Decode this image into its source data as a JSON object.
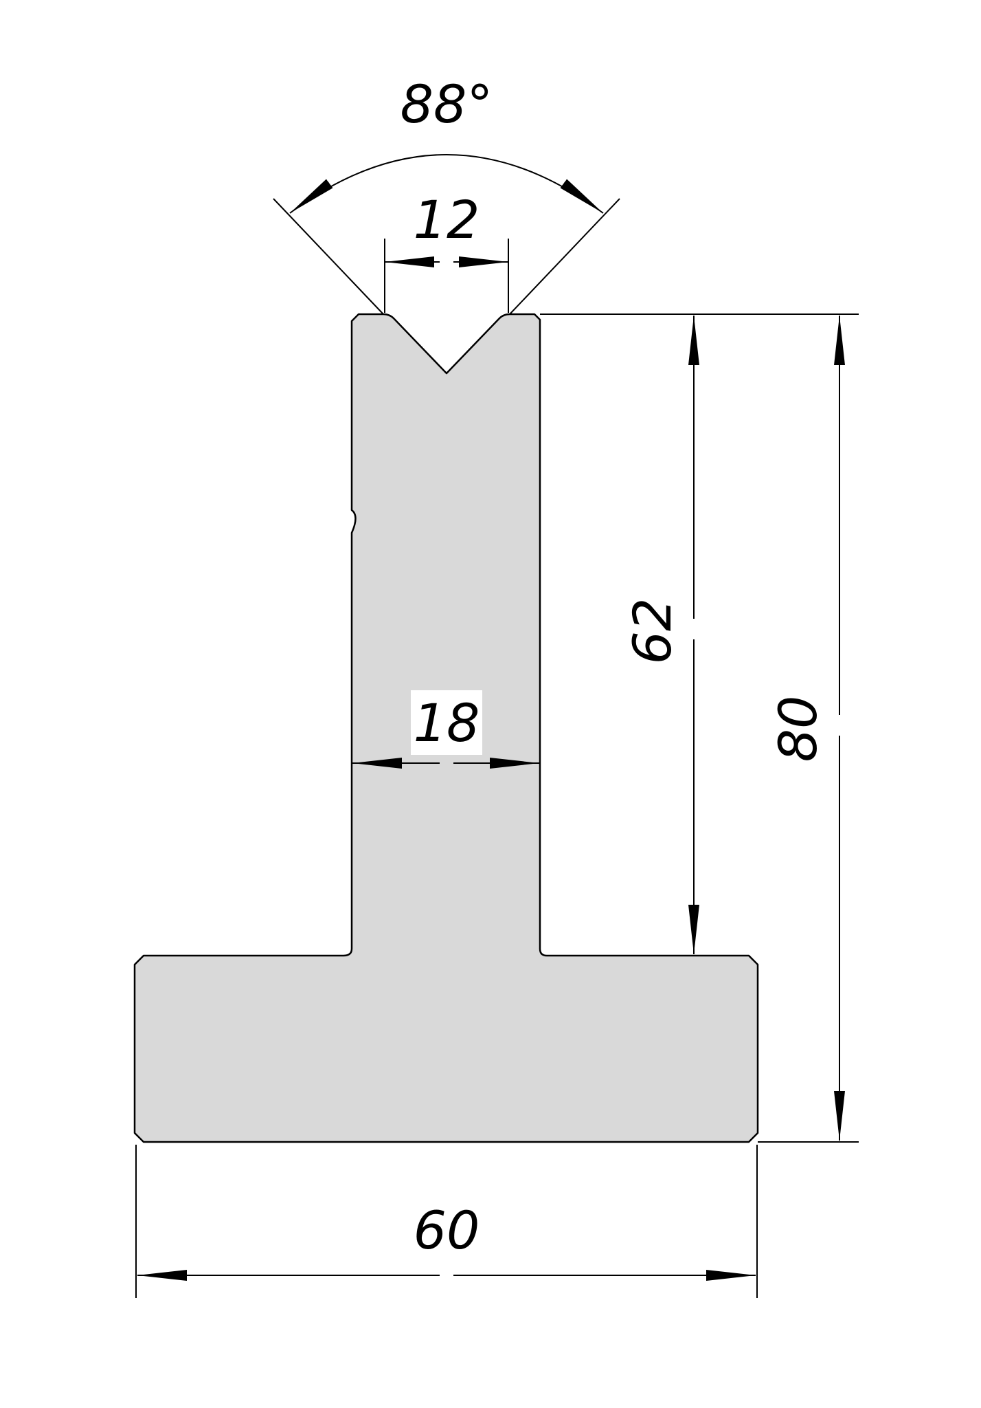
{
  "dimensions": {
    "angle": "88°",
    "v_opening": "12",
    "web_width": "18",
    "web_height": "62",
    "total_height": "80",
    "base_width": "60"
  },
  "colors": {
    "profile_fill": "#d9d9d9",
    "line": "#000000",
    "background": "#ffffff"
  }
}
